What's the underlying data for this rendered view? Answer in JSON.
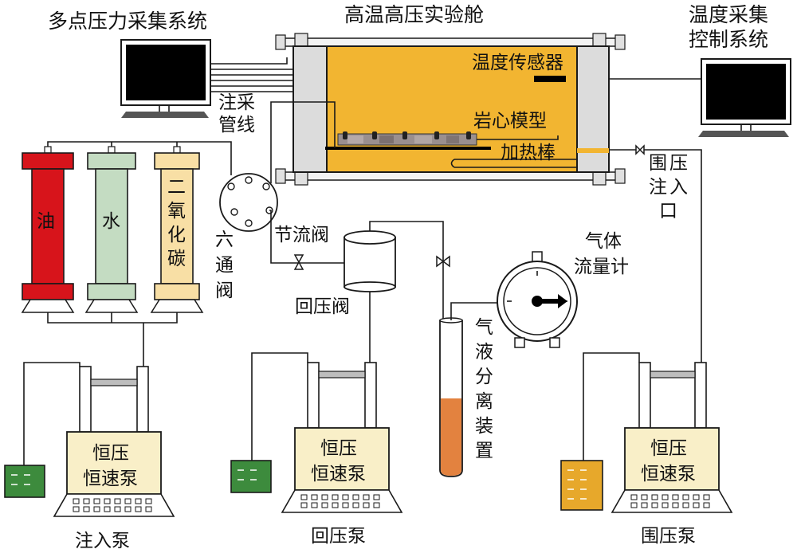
{
  "labels": {
    "pressure_system": "多点压力采集系统",
    "chamber_title": "高温高压实验舱",
    "temp_system_line1": "温度采集",
    "temp_system_line2": "控制系统",
    "temp_sensor": "温度传感器",
    "injection_line_1": "注采",
    "injection_line_2": "管线",
    "core_model": "岩心模型",
    "heating_rod": "加热棒",
    "confining_inlet": [
      "围",
      "压",
      "注",
      "入",
      "口"
    ],
    "oil": "油",
    "water": "水",
    "co2": [
      "二",
      "氧",
      "化",
      "碳"
    ],
    "six_way_valve": [
      "六",
      "通",
      "阀"
    ],
    "throttle_valve": "节流阀",
    "back_pressure_valve": "回压阀",
    "gas_flowmeter_1": "气体",
    "gas_flowmeter_2": "流量计",
    "separator": [
      "气",
      "液",
      "分",
      "离",
      "装",
      "置"
    ],
    "pump_text_1": "恒压",
    "pump_text_2": "恒速泵",
    "injection_pump": "注入泵",
    "back_pressure_pump": "回压泵",
    "confining_pump": "围压泵"
  },
  "colors": {
    "chamber_fill": "#f2b531",
    "flange": "#dcdcdc",
    "oil_red": "#d7141b",
    "water_green": "#c4dcc2",
    "co2_beige": "#f8dfa5",
    "pump_body": "#f9efc8",
    "liquid_green": "#3d8b3d",
    "liquid_yellow": "#e7a82b",
    "separator_liquid": "#e3823f",
    "monitor_screen": "#000000"
  },
  "icons": [
    "monitor-icon",
    "valve-icon",
    "flowmeter-icon"
  ]
}
